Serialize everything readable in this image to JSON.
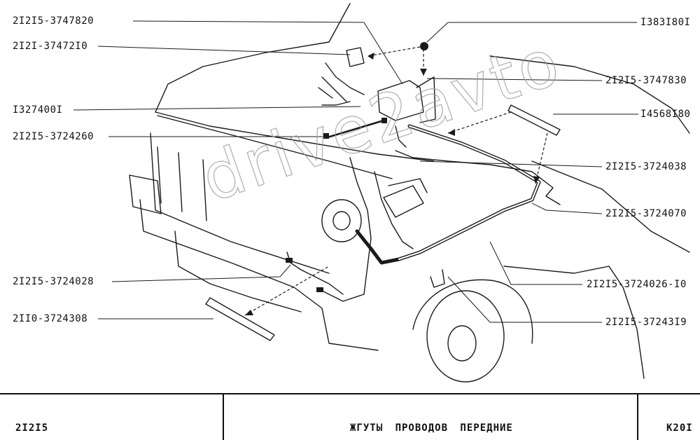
{
  "callouts_left": [
    {
      "id": "c1",
      "label": "2I2I5-3747820"
    },
    {
      "id": "c2",
      "label": "2I2I-37472I0"
    },
    {
      "id": "c3",
      "label": "I327400I"
    },
    {
      "id": "c4",
      "label": "2I2I5-3724260"
    },
    {
      "id": "c5",
      "label": "2I2I5-3724028"
    },
    {
      "id": "c6",
      "label": "2II0-3724308"
    }
  ],
  "callouts_right": [
    {
      "id": "r1",
      "label": "I383I80I"
    },
    {
      "id": "r2",
      "label": "2I2I5-3747830"
    },
    {
      "id": "r3",
      "label": "I4568I80"
    },
    {
      "id": "r4",
      "label": "2I2I5-3724038"
    },
    {
      "id": "r5",
      "label": "2I2I5-3724070"
    },
    {
      "id": "r6",
      "label": "2I2I5-3724026-I0"
    },
    {
      "id": "r7",
      "label": "2I2I5-37243I9"
    }
  ],
  "watermark": "drive2avto",
  "footer": {
    "model": "2I2I5",
    "title": "ЖГУТЫ ПРОВОДОВ ПЕРЕДНИЕ",
    "code": "К20I"
  }
}
